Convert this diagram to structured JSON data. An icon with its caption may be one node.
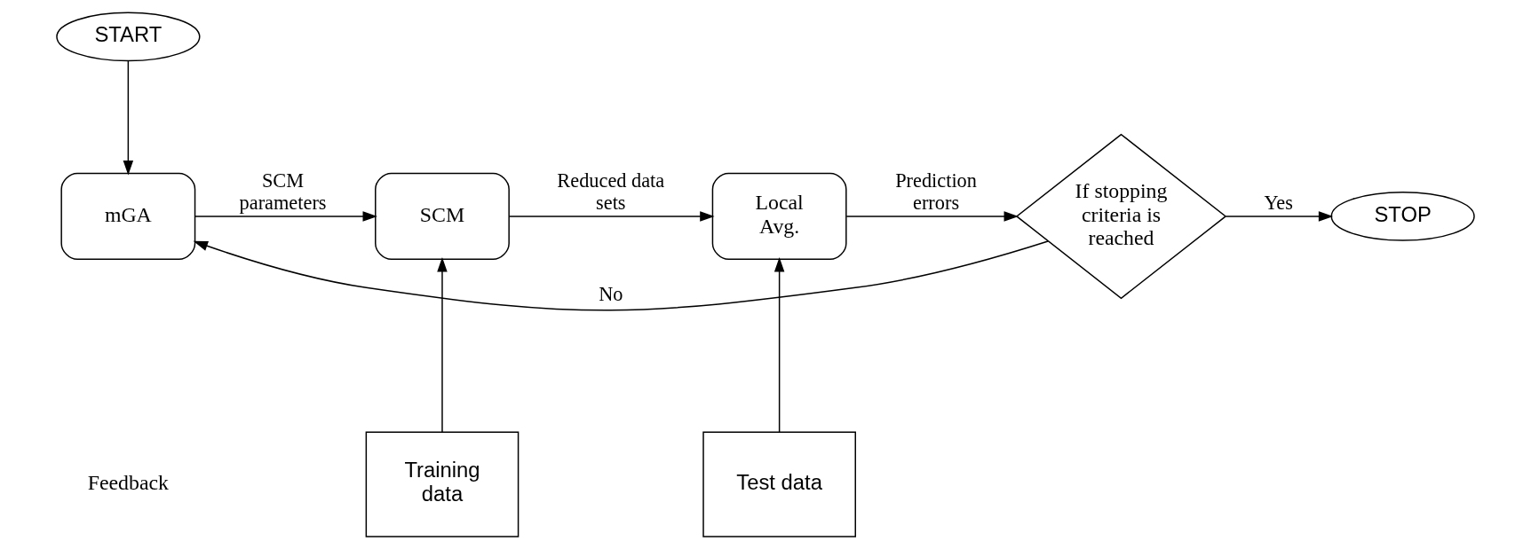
{
  "diagram": {
    "nodes": [
      {
        "text": [
          "START"
        ]
      },
      {
        "text": [
          "mGA"
        ]
      },
      {
        "text": [
          "SCM"
        ]
      },
      {
        "text": [
          "Local Avg."
        ]
      },
      {
        "text": [
          "If stopping criteria is reached"
        ]
      },
      {
        "text": [
          "STOP"
        ]
      },
      {
        "text": [
          "Training data"
        ]
      },
      {
        "text": [
          "Test data"
        ]
      }
    ],
    "edges": [
      {
        "from": 0,
        "to": 1,
        "arrow": "to"
      },
      {
        "from": 1,
        "to": 2,
        "arrow": "to",
        "label": "SCM parameters"
      },
      {
        "from": 2,
        "to": 3,
        "arrow": "to",
        "label": "Reduced data sets"
      },
      {
        "from": 3,
        "to": 4,
        "arrow": "to",
        "label": "Prediction errors"
      },
      {
        "from": 4,
        "to": 5,
        "arrow": "to",
        "label": "Yes"
      },
      {
        "from": 6,
        "to": 2,
        "arrow": "to"
      },
      {
        "from": 7,
        "to": 3,
        "arrow": "to"
      },
      {
        "from": 4,
        "to": 1,
        "arrow": "to",
        "label": "No"
      }
    ],
    "labels": [
      "Feedback"
    ]
  }
}
